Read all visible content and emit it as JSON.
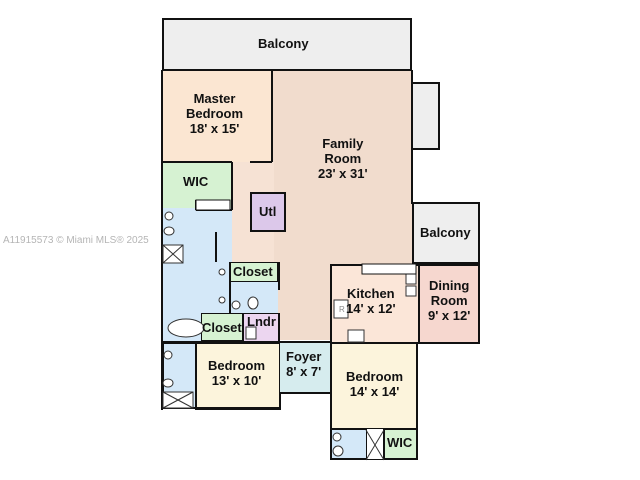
{
  "watermark": "A11915573 © Miami MLS® 2025",
  "colors": {
    "balcony": "#eeeeee",
    "master_bedroom": "#fbe6d2",
    "family_room": "#f1dccd",
    "wic": "#d6f2d2",
    "bath": "#d4e8f8",
    "utility": "#dcc8ea",
    "laundry": "#ecd6f0",
    "kitchen": "#fbe6d8",
    "dining": "#f6d7cf",
    "bedroom": "#fcf4dc",
    "foyer": "#d6ecee",
    "closet": "#d6f2d2",
    "wall": "#111111"
  },
  "rooms": {
    "balcony_top": {
      "name": "Balcony"
    },
    "master_bedroom": {
      "name": "Master",
      "name2": "Bedroom",
      "size": "18' x 15'"
    },
    "family_room": {
      "name": "Family",
      "name2": "Room",
      "size": "23' x 31'"
    },
    "wic_master": {
      "name": "WIC"
    },
    "utility": {
      "name": "Utl"
    },
    "balcony_right": {
      "name": "Balcony"
    },
    "closet_hall": {
      "name": "Closet"
    },
    "closet_bed2": {
      "name": "Closet"
    },
    "laundry": {
      "name": "Lndr"
    },
    "kitchen": {
      "name": "Kitchen",
      "size": "14' x 12'"
    },
    "dining_room": {
      "name": "Dining",
      "name2": "Room",
      "size": "9' x 12'"
    },
    "bedroom_2": {
      "name": "Bedroom",
      "size": "13' x 10'"
    },
    "foyer": {
      "name": "Foyer",
      "size": "8' x 7'"
    },
    "bedroom_3": {
      "name": "Bedroom",
      "size": "14' x 14'"
    },
    "wic_bed3": {
      "name": "WIC"
    }
  }
}
